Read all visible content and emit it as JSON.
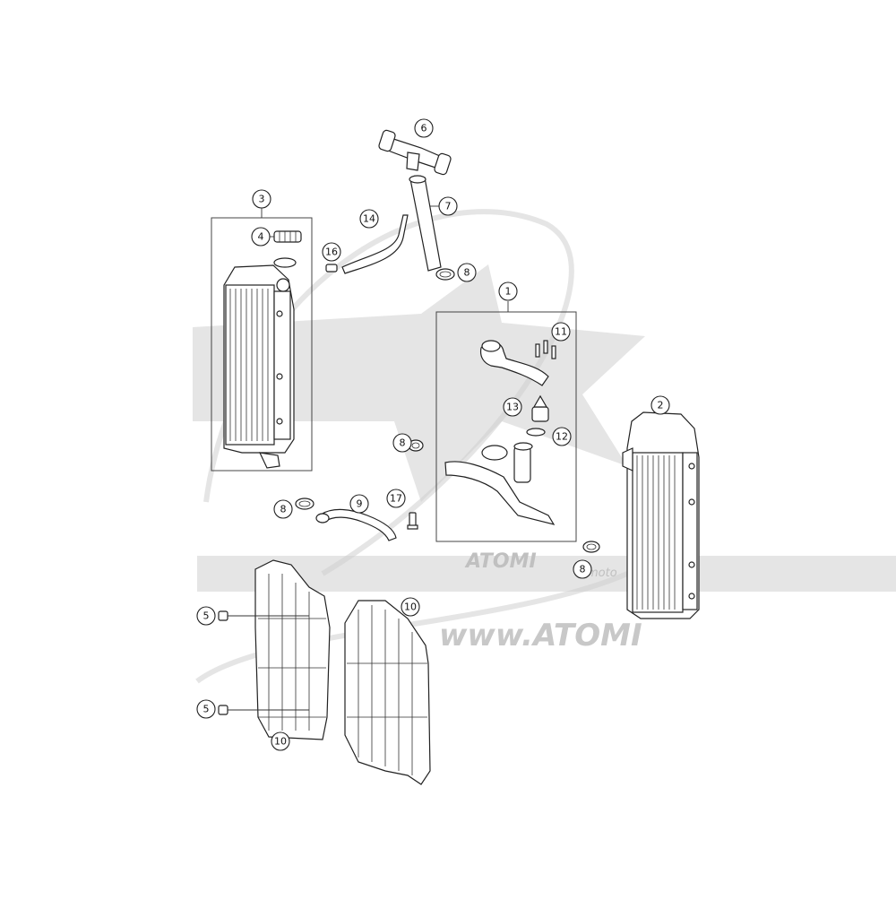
{
  "watermark": {
    "url_text": "www.ATOMI",
    "logo_text": "ATOMI",
    "logo_sub": "moto",
    "color": "#cfcfcf"
  },
  "callouts": {
    "c1": "1",
    "c2": "2",
    "c3": "3",
    "c4": "4",
    "c5a": "5",
    "c5b": "5",
    "c6": "6",
    "c7": "7",
    "c8a": "8",
    "c8b": "8",
    "c8c": "8",
    "c8d": "8",
    "c9": "9",
    "c10a": "10",
    "c10b": "10",
    "c11": "11",
    "c12": "12",
    "c13": "13",
    "c14": "14",
    "c16": "16",
    "c17": "17"
  },
  "parts": [
    "hose-assembly",
    "radiator-right",
    "radiator-left",
    "radiator-cap",
    "screw",
    "t-connector",
    "long-hose",
    "hose-clamp",
    "hose",
    "radiator-guard",
    "screw",
    "o-ring",
    "thermostat",
    "overflow-hose",
    "clip",
    "bleed-screw"
  ]
}
